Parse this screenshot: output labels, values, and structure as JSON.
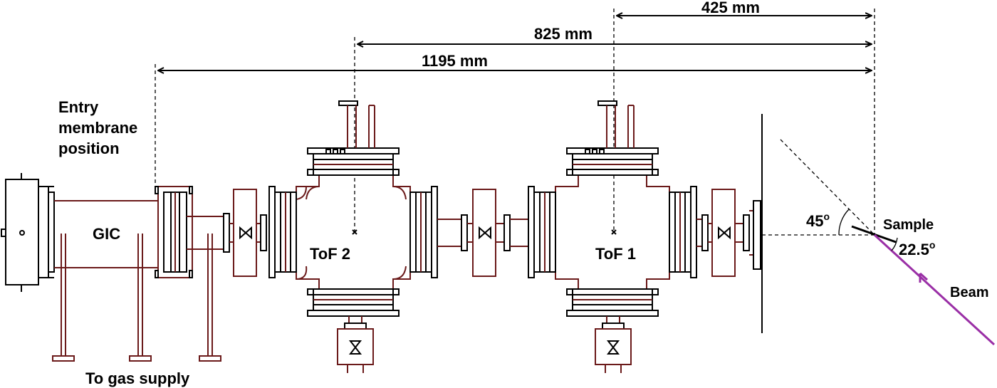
{
  "dimensions": [
    {
      "value": 425,
      "unit": "mm",
      "label": "425 mm"
    },
    {
      "value": 825,
      "unit": "mm",
      "label": "825 mm"
    },
    {
      "value": 1195,
      "unit": "mm",
      "label": "1195 mm"
    }
  ],
  "labels": {
    "entry_line1": "Entry",
    "entry_line2": "membrane",
    "entry_line3": "position",
    "gic": "GIC",
    "tof2": "ToF 2",
    "tof1": "ToF 1",
    "gas_supply": "To gas supply",
    "sample": "Sample",
    "beam": "Beam",
    "angle_45": "45",
    "angle_225": "22.5",
    "degree_mark": "o"
  },
  "angles": [
    {
      "name": "sample-tilt",
      "value_deg": 45
    },
    {
      "name": "beam-incidence",
      "value_deg": 22.5
    }
  ],
  "colors": {
    "pipe": "#6b1a1a",
    "beam": "#9a2fa6",
    "outline": "#000000"
  }
}
